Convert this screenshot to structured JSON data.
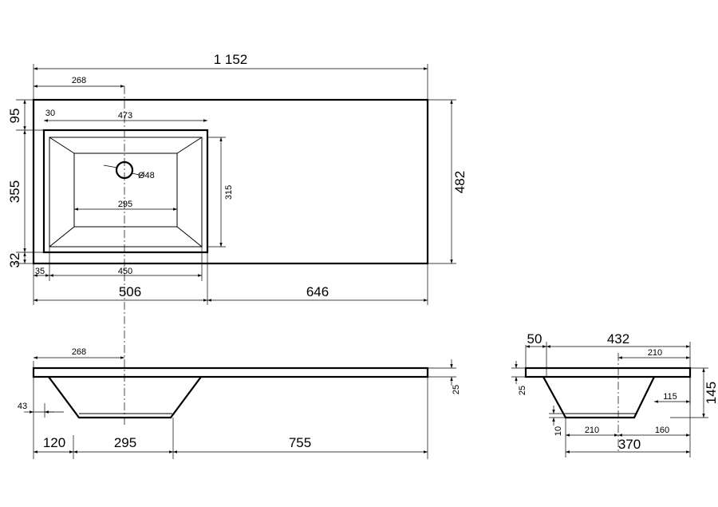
{
  "dimensions": {
    "total_width": "1 152",
    "hole_offset_top": "268",
    "edge_top": "95",
    "edge_left_inner": "30",
    "bowl_outer_width": "473",
    "bowl_height": "355",
    "drain_diameter": "Ø48",
    "bowl_inner_height": "315",
    "total_depth": "482",
    "bowl_inner_width": "295",
    "edge_bottom": "32",
    "edge_left": "35",
    "bowl_bottom_width": "450",
    "left_part_width": "506",
    "right_part_width": "646",
    "hole_offset_side": "268",
    "top_thickness_front": "25",
    "outlet_height": "43",
    "front_left": "120",
    "front_bowl": "295",
    "front_right": "755",
    "side_edge": "50",
    "side_depth": "432",
    "side_hole_offset": "210",
    "side_thickness": "25",
    "side_total_height": "145",
    "side_bowl_depth": "115",
    "side_bottom_thickness": "10",
    "side_bottom_210": "210",
    "side_bottom_160": "160",
    "side_bottom_width": "370"
  }
}
